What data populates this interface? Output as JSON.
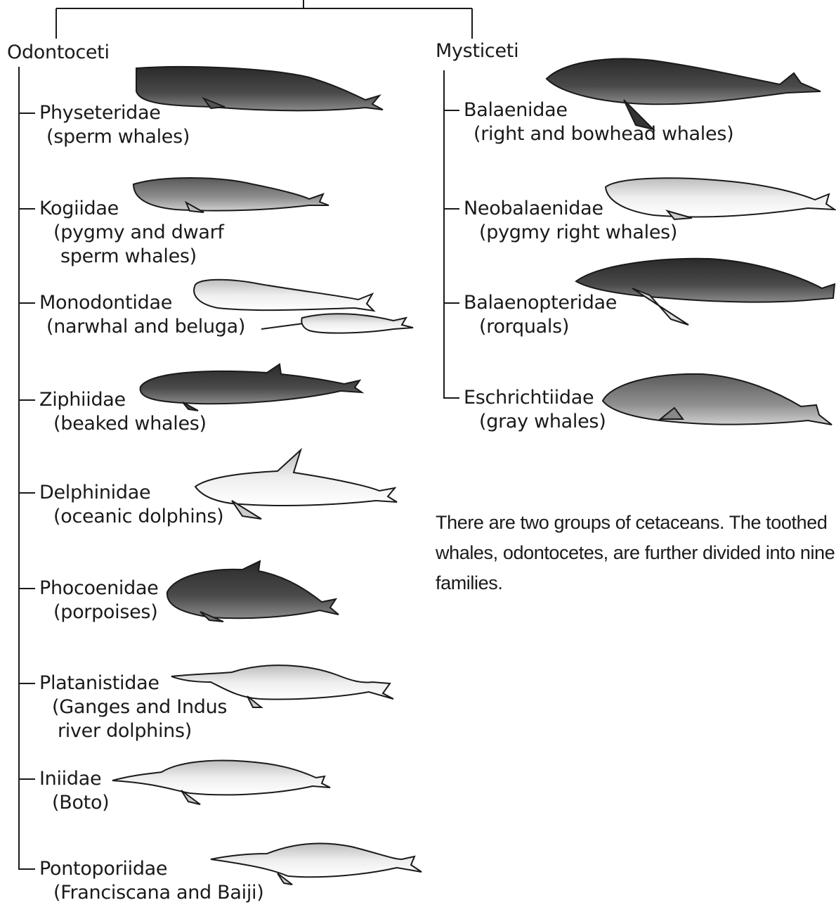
{
  "tree": {
    "groups": [
      {
        "name": "Odontoceti",
        "families": [
          {
            "family": "Physeteridae",
            "common": "(sperm whales)"
          },
          {
            "family": "Kogiidae",
            "common": "(pygmy and dwarf",
            "common2": "sperm whales)"
          },
          {
            "family": "Monodontidae",
            "common": "(narwhal and beluga)"
          },
          {
            "family": "Ziphiidae",
            "common": "(beaked whales)"
          },
          {
            "family": "Delphinidae",
            "common": "(oceanic dolphins)"
          },
          {
            "family": "Phocoenidae",
            "common": "(porpoises)"
          },
          {
            "family": "Platanistidae",
            "common": "(Ganges and Indus",
            "common2": "river dolphins)"
          },
          {
            "family": "Iniidae",
            "common": "(Boto)"
          },
          {
            "family": "Pontoporiidae",
            "common": "(Franciscana and Baiji)"
          }
        ]
      },
      {
        "name": "Mysticeti",
        "families": [
          {
            "family": "Balaenidae",
            "common": "(right and bowhead whales)"
          },
          {
            "family": "Neobalaenidae",
            "common": "(pygmy right whales)"
          },
          {
            "family": "Balaenopteridae",
            "common": "(rorquals)"
          },
          {
            "family": "Eschrichtiidae",
            "common": "(gray whales)"
          }
        ]
      }
    ]
  },
  "caption": "There are two groups of cetaceans. The toothed whales, odontocetes, are further divided into nine families.",
  "colors": {
    "line": "#1a1a1a",
    "dark_whale": "#3a3a3a",
    "mid_whale": "#8a8a8a",
    "light_whale": "#e6e6e6"
  }
}
